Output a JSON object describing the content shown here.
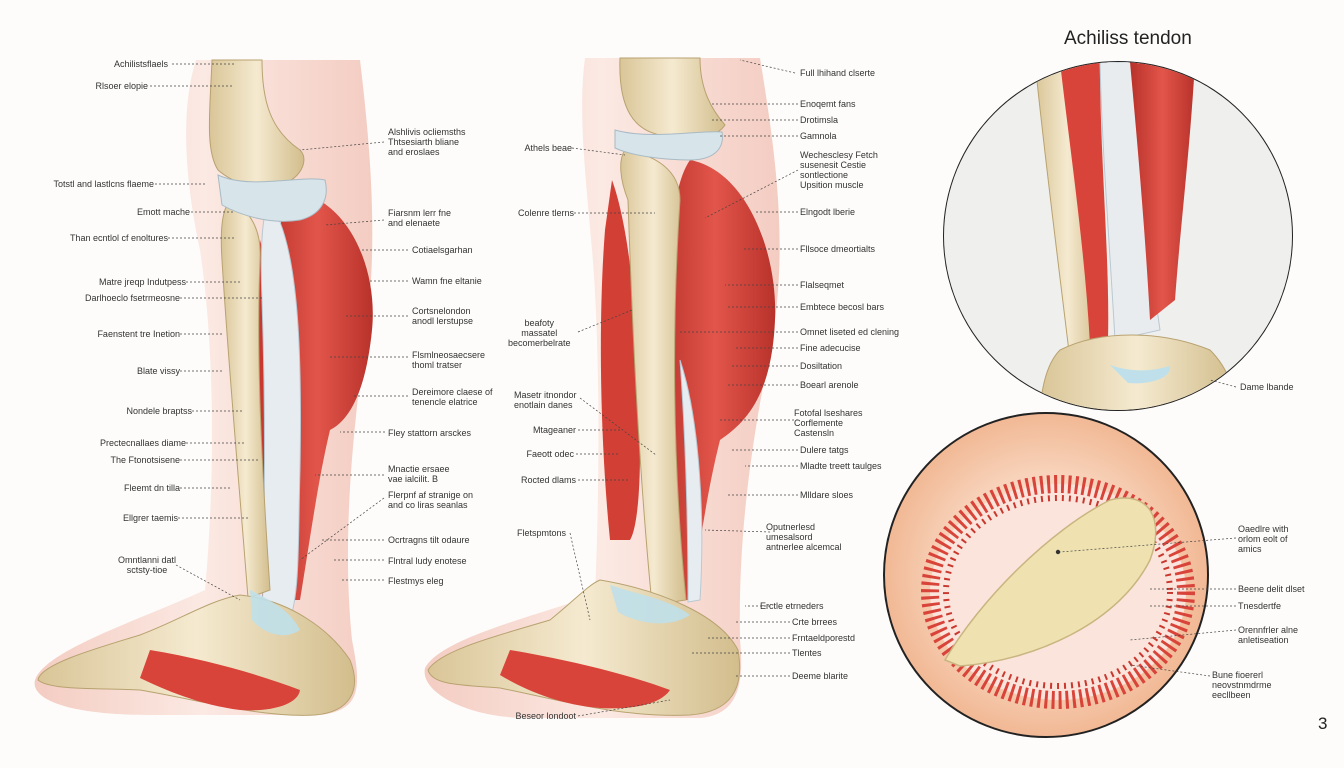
{
  "title": "Achiliss tendon",
  "page_number": "3",
  "colors": {
    "muscle": "#d9443a",
    "muscle_dark": "#b8322b",
    "bone": "#efe2c0",
    "bone_shadow": "#cdb98a",
    "tendon": "#dfe6ec",
    "cartilage": "#bfe0ea",
    "skin": "#f6d6cc",
    "callout_bg": "#f7c8a8"
  },
  "labels_left": {
    "l1": "Achilistsflaels",
    "l2": "Rlsoer elopie",
    "l3": "Totstl and lastlcns flaeme",
    "l4": "Emott mache",
    "l5": "Than ecntlol cf enoltures",
    "l6": "Matre jreqp Indutpess",
    "l7": "Darlhoeclo fsetrmeosne",
    "l8": "Faenstent tre Inetion",
    "l9": "Blate vissy",
    "l10": "Nondele braptss",
    "l11": "Prectecnallaes diame",
    "l12": "The Ftonotsisene",
    "l13": "Fleemt dn tilla",
    "l14": "Ellgrer taemis",
    "l15": "Omntlanni datl\nsctsty-tioe",
    "m1": "Alshlivis ocliemsths\nThtsesiarth bliane\nand eroslaes",
    "m2": "Fiarsnm lerr fne\nand elenaete",
    "m3": "Cotiaelsgarhan",
    "m4": "Wamn fne eltanie",
    "m5": "Cortsnelondon\nanodl lerstupse",
    "m6": "Flsmlneosaecsere\nthoml tratser",
    "m7": "Dereimore claese of\ntenencle elatrice",
    "m8": "Fley stattorn arsckes",
    "m9": "Mnactie ersaee\nvae ialcilit. B",
    "m10": "Flerpnf af stranige on\nand co liras seanlas",
    "m11": "Ocrtragns tilt odaure",
    "m12": "Flntral ludy enotese",
    "m13": "Flestmys eleg"
  },
  "labels_center": {
    "c1": "Athels beae",
    "c2": "Colenre tlerns",
    "c3": "beafoty\nmassatel\nbecomerbelrate",
    "c4": "Masetr itnondor\nenotlain danes",
    "c5": "Mtageaner",
    "c6": "Faeott odec",
    "c7": "Rocted dlams",
    "c8": "Fletspmtons",
    "c9": "Beseor londoot",
    "r1": "Full lhihand clserte",
    "r2": "Enoqemt fans",
    "r3": "Drotimsla",
    "r4": "Gamnola",
    "r5": "Wechesclesy Fetch\nsusenesit Cestie\nsontlectione\nUpsition muscle",
    "r6": "Elngodt lberie",
    "r7": "Fllsoce dmeortialts",
    "r8": "Flalseqmet",
    "r9": "Embtece becosl bars",
    "r10": "Omnet liseted ed clening",
    "r11": "Fine adecucise",
    "r12": "Dosiltation",
    "r13": "Boearl arenole",
    "r14": "Fotofal lseshares\nCorflemente\nCastensln",
    "r15": "Dulere tatgs",
    "r16": "Mladte treett taulges",
    "r17": "Mlldare sloes",
    "r18": "Oputnerlesd\numesalsord\nantnerlee alcemcal",
    "r19": "Erctle etrneders",
    "r20": "Crte brrees",
    "r21": "Frntaeldporestd",
    "r22": "Tlentes",
    "r23": "Deeme blarite"
  },
  "labels_callout": {
    "t1": "Dame lbande",
    "k1": "Oaedlre with\norlom eolt of\namics",
    "k2": "Beene delit dlset",
    "k3": "Tnesdertfe",
    "k4": "Orennfrler alne\nanletiseation",
    "k5": "Bune fioererl\nneovstnmdrme\neecllbeen"
  }
}
